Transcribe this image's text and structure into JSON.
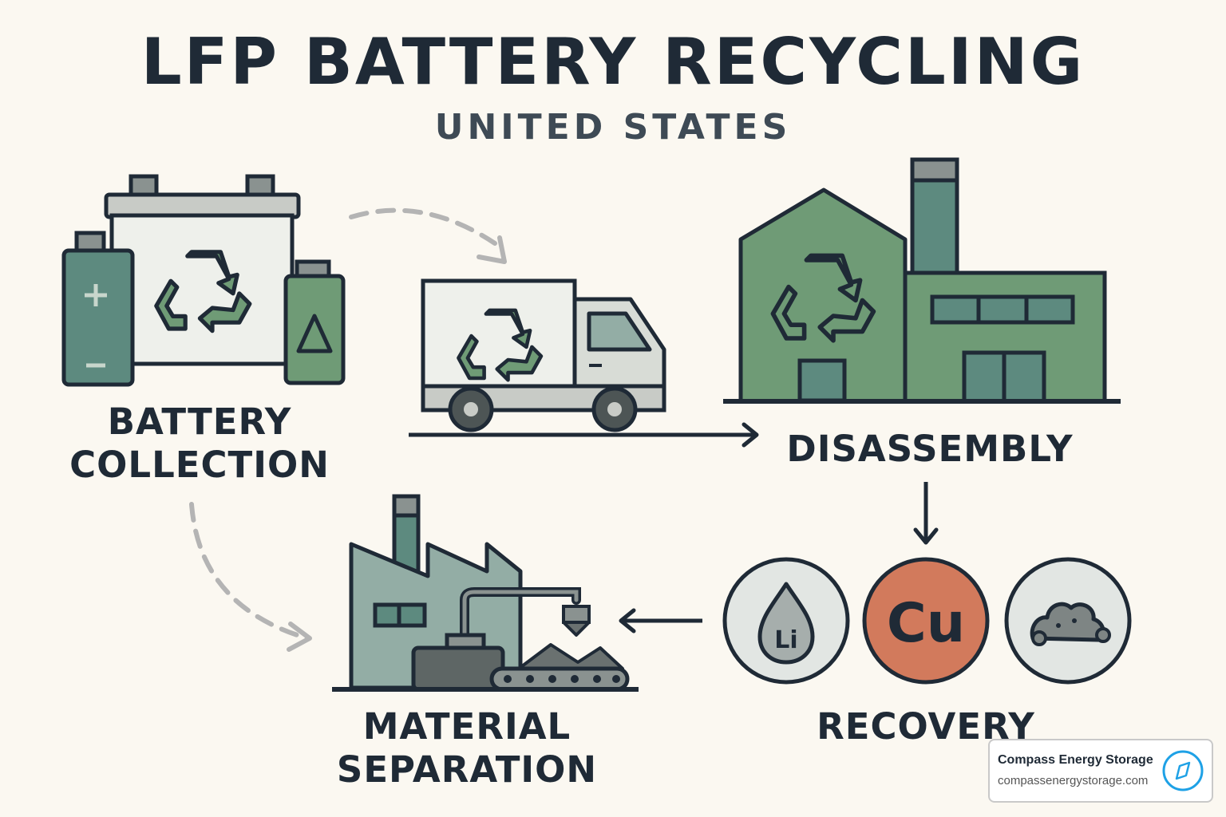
{
  "title": "LFP BATTERY RECYCLING",
  "subtitle": "UNITED STATES",
  "steps": {
    "collection": {
      "line1": "BATTERY",
      "line2": "COLLECTION"
    },
    "disassembly": {
      "line1": "DISASSEMBLY"
    },
    "recovery": {
      "line1": "RECOVERY"
    },
    "separation": {
      "line1": "MATERIAL",
      "line2": "SEPARATION"
    }
  },
  "materials": [
    {
      "symbol": "Li",
      "icon": "lithium-drop-icon"
    },
    {
      "symbol": "Cu",
      "icon": "copper-circle-icon"
    },
    {
      "symbol": "",
      "icon": "black-mass-pile-icon"
    }
  ],
  "icons": [
    "battery-icon",
    "recycle-icon",
    "truck-icon",
    "factory-icon",
    "separation-plant-icon",
    "compass-icon"
  ],
  "colors": {
    "background": "#fbf8f1",
    "outline": "#1f2a36",
    "green": "#6f9b76",
    "teal": "#5d8a7f",
    "copper": "#d27a5c",
    "light_panel": "#eef0eb"
  },
  "badge": {
    "name": "Compass Energy Storage",
    "url": "compassenergystorage.com",
    "icon": "compass-icon"
  }
}
